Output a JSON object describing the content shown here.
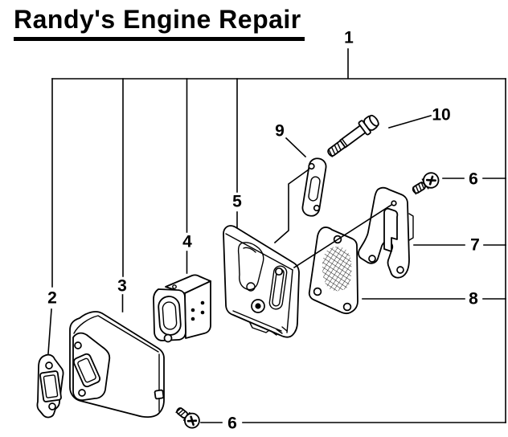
{
  "title": "Randy's Engine Repair",
  "callouts": {
    "c1": "1",
    "c2": "2",
    "c3": "3",
    "c4": "4",
    "c5": "5",
    "c6_top": "6",
    "c6_bottom": "6",
    "c7": "7",
    "c8": "8",
    "c9": "9",
    "c10": "10"
  },
  "colors": {
    "line": "#000000",
    "background": "#ffffff"
  }
}
